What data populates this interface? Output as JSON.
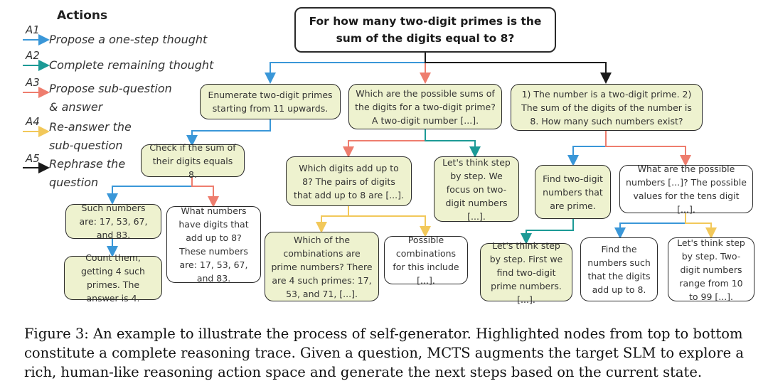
{
  "legend": {
    "title": "Actions",
    "items": [
      {
        "code": "A1",
        "label": "Propose a one-step thought",
        "color": "#3a97d8"
      },
      {
        "code": "A2",
        "label": "Complete remaining thought",
        "color": "#1c9a96"
      },
      {
        "code": "A3",
        "label": "Propose sub-question\n& answer",
        "color": "#ee7d6e"
      },
      {
        "code": "A4",
        "label": "Re-answer the\nsub-question",
        "color": "#f2c85a"
      },
      {
        "code": "A5",
        "label": "Rephrase the\nquestion",
        "color": "#1a1a1a"
      }
    ]
  },
  "nodes": {
    "root": "For how many two-digit primes is the sum of the digits equal to 8?",
    "n1": "Enumerate two-digit primes starting from 11 upwards.",
    "n2": "Which are the possible sums of the digits for a two-digit prime? A two-digit number [...].",
    "n3": "1) The number is a two-digit prime. 2) The sum of the digits of the number is 8. How many such numbers exist?",
    "n1a": "Check if the sum of their digits equals 8.",
    "n1a1": "Such numbers are: 17, 53, 67, and 83.",
    "n1a1a": "Count them, getting 4 such primes. The answer is 4.",
    "n1a2": "What numbers have digits that add up to 8? These numbers are: 17, 53, 67, and 83.",
    "n2a": "Which digits add up to 8? The pairs of digits that add up to 8 are [...].",
    "n2b": "Let's think step by step. We focus on two-digit numbers [...].",
    "n2a1": "Which of the combinations are prime numbers? There are 4 such primes: 17, 53, and 71, [...].",
    "n2a2": "Possible combinations for this include [...].",
    "n3a": "Find two-digit numbers that are prime.",
    "n3b": "What are the possible numbers [...]? The possible values for the tens digit [...].",
    "n3a1": "Let's think step by step. First we find two-digit prime numbers. [...].",
    "n3b1": "Find the numbers such that the digits add up to 8.",
    "n3b2": "Let's think step by step. Two-digit numbers range from 10 to 99 [...]."
  },
  "caption": "Figure 3: An example to illustrate the process of self-generator. Highlighted nodes from top to bottom constitute a complete reasoning trace. Given a question, MCTS augments the target SLM to explore a rich, human-like reasoning action space and generate the next steps based on the current state.",
  "colors": {
    "a1": "#3a97d8",
    "a2": "#1c9a96",
    "a3": "#ee7d6e",
    "a4": "#f2c85a",
    "a5": "#1a1a1a",
    "highlight": "#eef2cf"
  }
}
